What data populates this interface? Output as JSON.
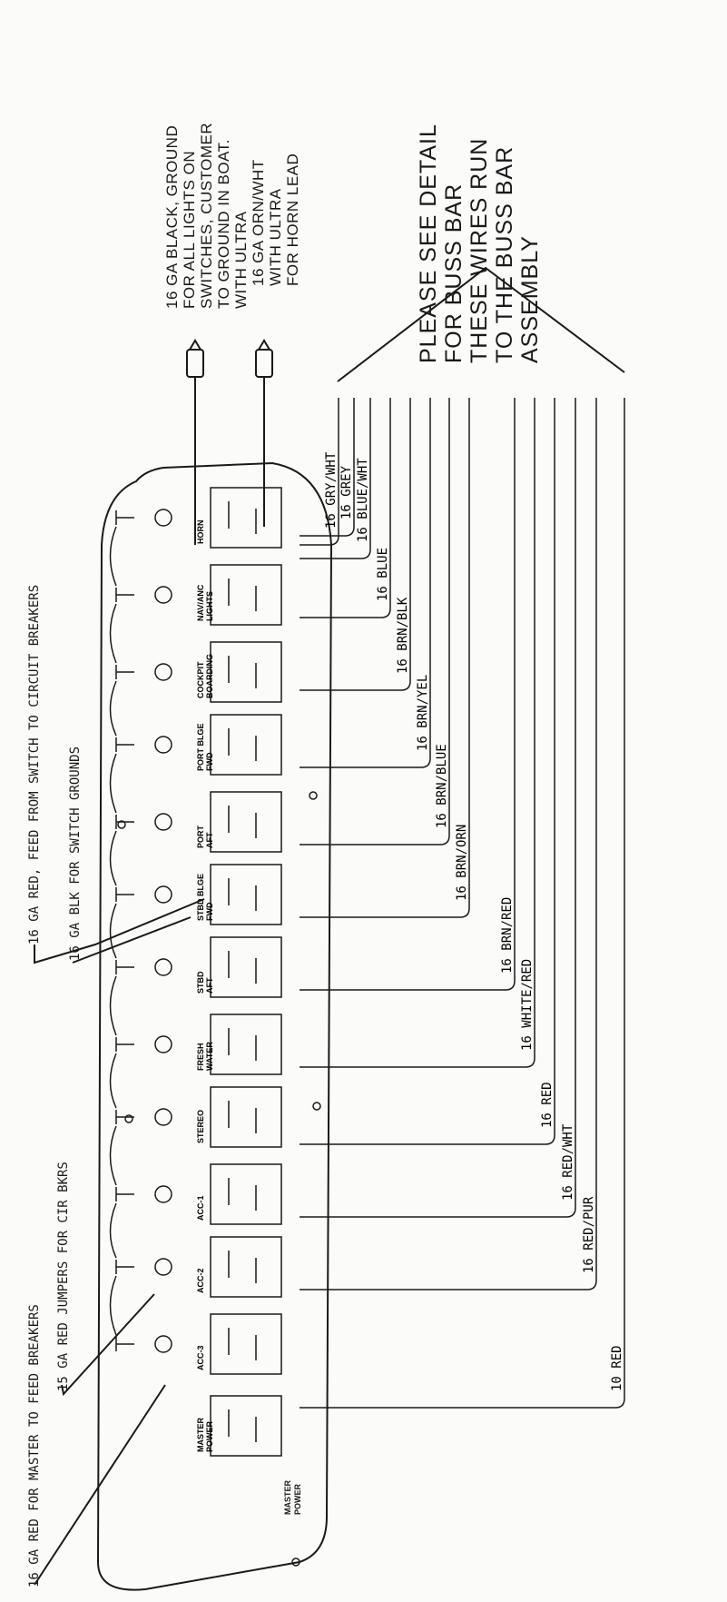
{
  "notes": {
    "buss_bar": [
      "PLEASE SEE DETAIL",
      "FOR BUSS BAR",
      "THESE WIRES RUN",
      "TO THE BUSS BAR",
      "ASSEMBLY"
    ],
    "ground": [
      "16 GA BLACK, GROUND",
      "FOR ALL LIGHTS ON",
      "SWITCHES, CUSTOMER",
      "TO GROUND IN BOAT.",
      "WITH ULTRA"
    ],
    "horn": [
      "16 GA ORN/WHT",
      "WITH ULTRA",
      "FOR HORN LEAD"
    ],
    "feed_red": "16 GA RED, FEED FROM SWITCH TO CIRCUIT BREAKERS",
    "switch_grounds": "16 GA BLK FOR SWITCH GROUNDS",
    "master_feed": "16 GA RED FOR MASTER TO FEED BREAKERS",
    "jumpers": "15 GA RED JUMPERS FOR CIR BKRS"
  },
  "wires": [
    "16 GRY/WHT",
    "16 GREY",
    "16 BLUE/WHT",
    "16 BLUE",
    "16 BRN/BLK",
    "16 BRN/YEL",
    "16 BRN/BLUE",
    "16 BRN/ORN",
    "16 BRN/RED",
    "16 WHITE/RED",
    "16 RED",
    "16 RED/WHT",
    "16 RED/PUR",
    "10 RED"
  ],
  "switches": [
    {
      "line1": "HORN",
      "line2": ""
    },
    {
      "line1": "NAV/ANC",
      "line2": "LIGHTS"
    },
    {
      "line1": "COCKPIT",
      "line2": "BOARDING"
    },
    {
      "line1": "PORT BLGE",
      "line2": "FWD"
    },
    {
      "line1": "PORT",
      "line2": "AFT"
    },
    {
      "line1": "STBD BLGE",
      "line2": "FWD"
    },
    {
      "line1": "STBD",
      "line2": "AFT"
    },
    {
      "line1": "FRESH",
      "line2": "WATER"
    },
    {
      "line1": "STEREO",
      "line2": ""
    },
    {
      "line1": "ACC-1",
      "line2": ""
    },
    {
      "line1": "ACC-2",
      "line2": ""
    },
    {
      "line1": "ACC-3",
      "line2": ""
    },
    {
      "line1": "MASTER",
      "line2": "POWER"
    }
  ],
  "panel_label": [
    "MASTER",
    "POWER"
  ]
}
